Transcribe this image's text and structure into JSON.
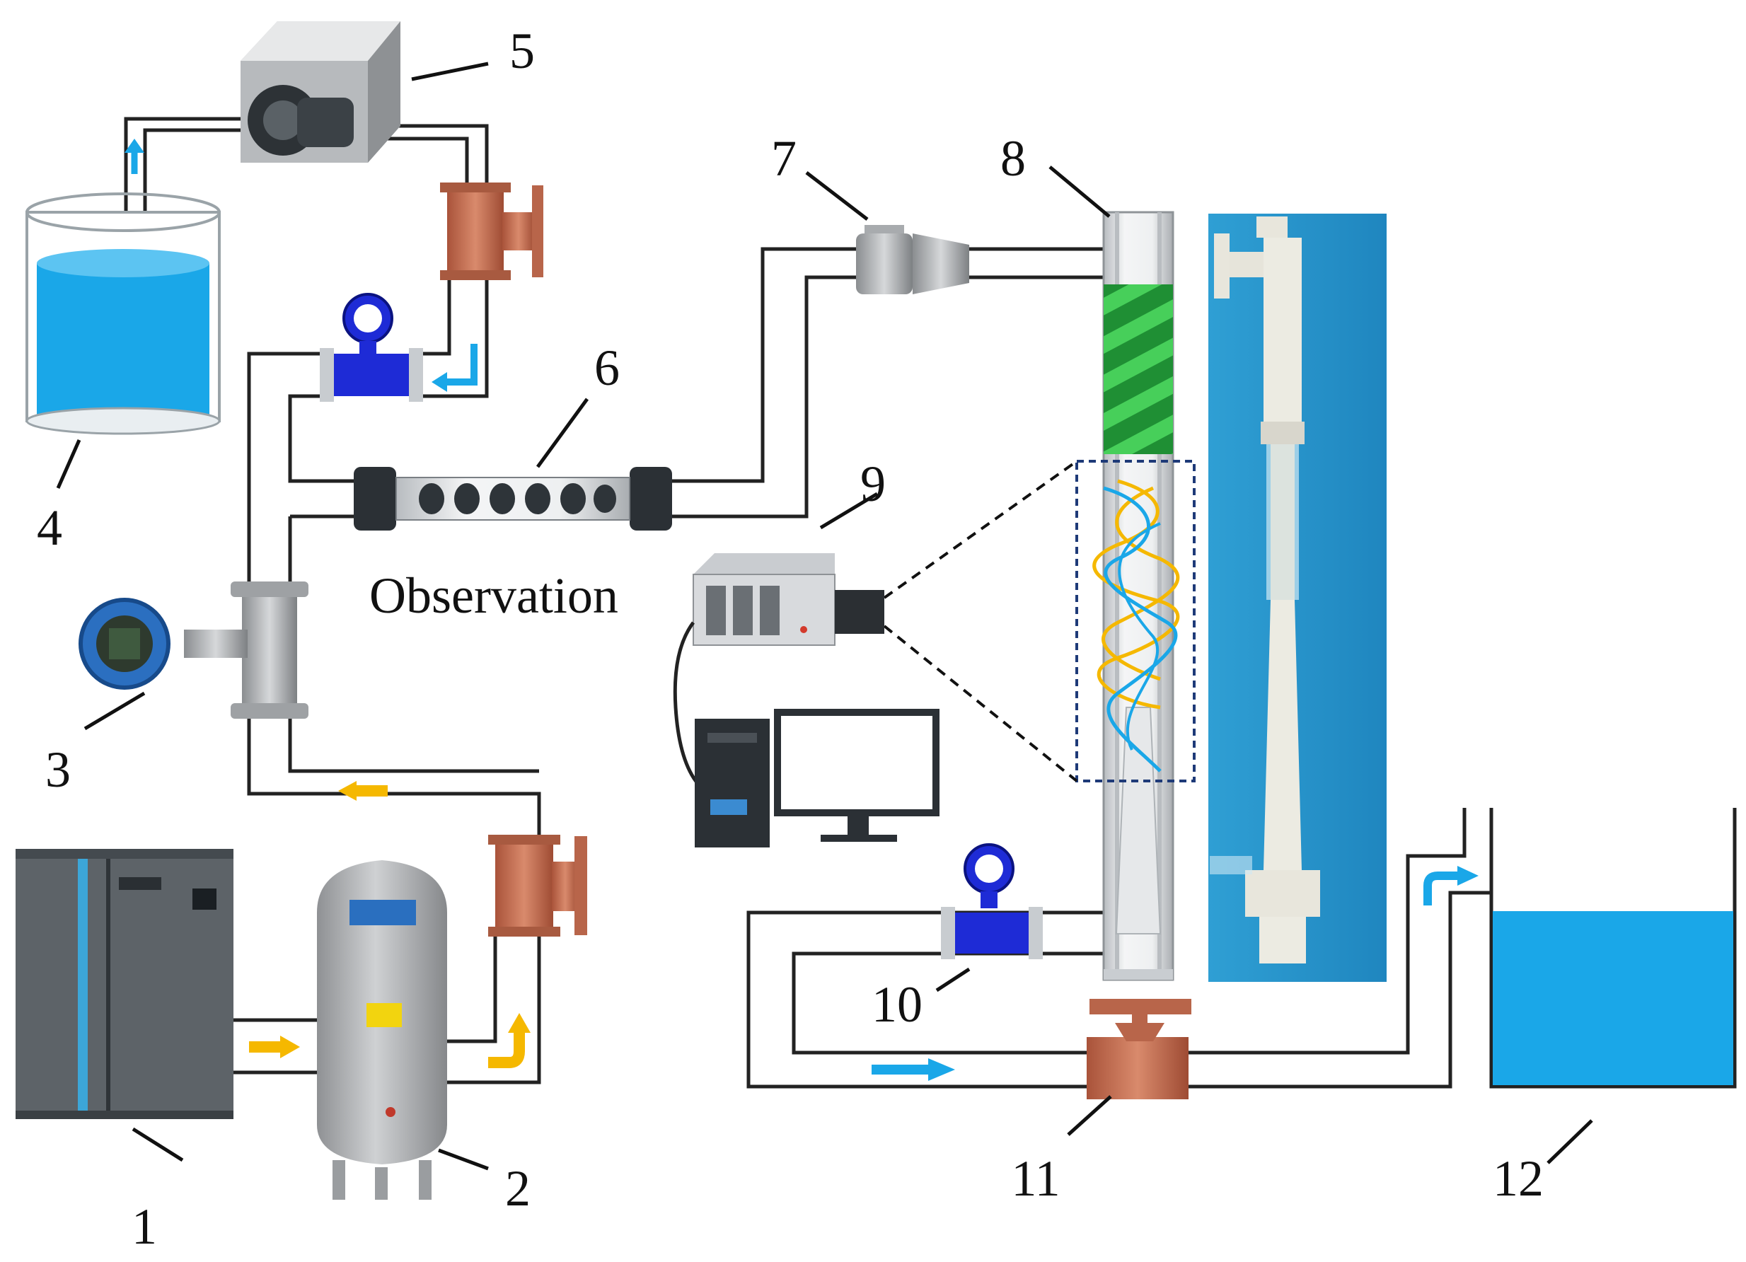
{
  "diagram": {
    "labels": {
      "compressor": "1",
      "air_tank": "2",
      "gas_flowmeter": "3",
      "liquid_beaker": "4",
      "pump": "5",
      "rotameter": "6",
      "nozzle": "7",
      "swirl_column": "8",
      "camera": "9",
      "outlet_flowmeter": "10",
      "outlet_valve": "11",
      "collection_tank": "12"
    },
    "observation_label": "Observation",
    "colors": {
      "water": "#1aa7e8",
      "air_arrow": "#f5b800",
      "valve": "#c96f4f",
      "flowmeter": "#1e2bd6",
      "swirl_vane": "#2fb344",
      "photo_background": "#2a9fd3"
    }
  }
}
